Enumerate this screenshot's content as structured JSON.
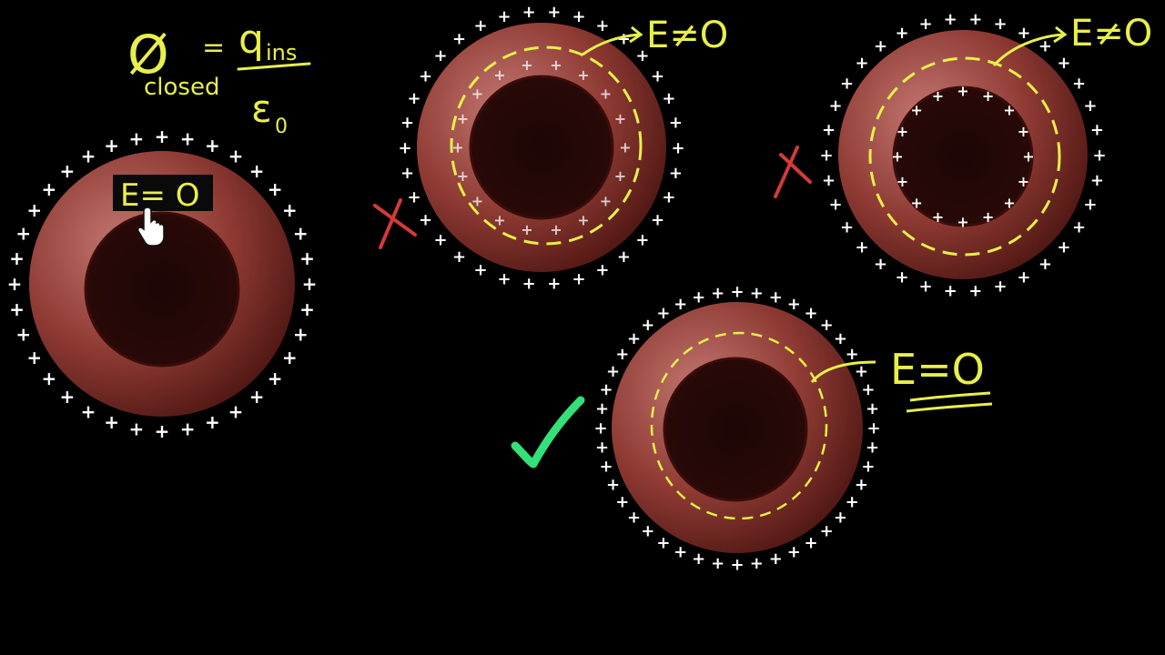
{
  "colors": {
    "background": "#000000",
    "shell_outer": "#a85048",
    "shell_inner": "#5a1a16",
    "cavity": "#1a0504",
    "annotation_yellow": "#e8ef4a",
    "cross_red": "#d33a3a",
    "check_green": "#33e07a",
    "charge_white": "#ffffff"
  },
  "formula": {
    "phi": "Ø",
    "subscript": "closed",
    "equals": "=",
    "numerator": "q",
    "numerator_sub": "ins",
    "denominator": "ε",
    "denominator_sub": "0"
  },
  "labels": {
    "label_e0_box": "E= O",
    "label_e_neq_0_mid": "E≠O",
    "label_e_neq_0_right": "E≠O",
    "label_e0_bottom": "E=O",
    "charge_symbol": "+"
  },
  "icons": {
    "cursor": "hand-pointer-icon",
    "cross_mid": "cross-mark-icon",
    "cross_right": "cross-mark-icon",
    "check": "check-mark-icon"
  }
}
